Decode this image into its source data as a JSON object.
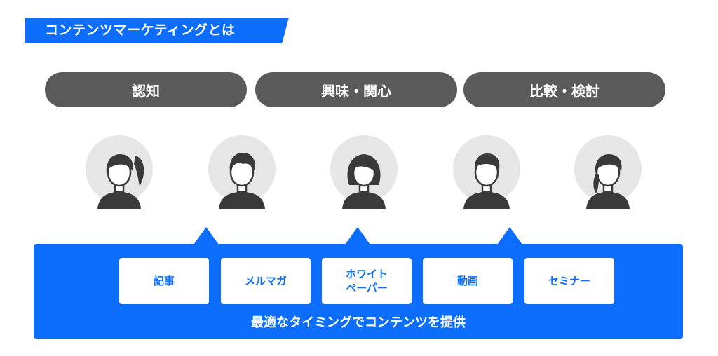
{
  "title": "コンテンツマーケティングとは",
  "stages": [
    {
      "label": "認知"
    },
    {
      "label": "興味・関心"
    },
    {
      "label": "比較・検討"
    }
  ],
  "personas": [
    {
      "type": "woman-ponytail-icon"
    },
    {
      "type": "man-short-hair-icon"
    },
    {
      "type": "woman-bob-icon"
    },
    {
      "type": "man-neat-hair-icon"
    },
    {
      "type": "woman-side-ponytail-icon"
    }
  ],
  "content_types": [
    {
      "label": "記事"
    },
    {
      "label": "メルマガ"
    },
    {
      "label": "ホワイト\nペーパー"
    },
    {
      "label": "動画"
    },
    {
      "label": "セミナー"
    }
  ],
  "caption": "最適なタイミングでコンテンツを提供",
  "colors": {
    "accent": "#0d6efd",
    "stage_pill": "#5a5a5a",
    "persona_bg": "#e6e6e6",
    "persona_fg": "#3a3a3a"
  }
}
